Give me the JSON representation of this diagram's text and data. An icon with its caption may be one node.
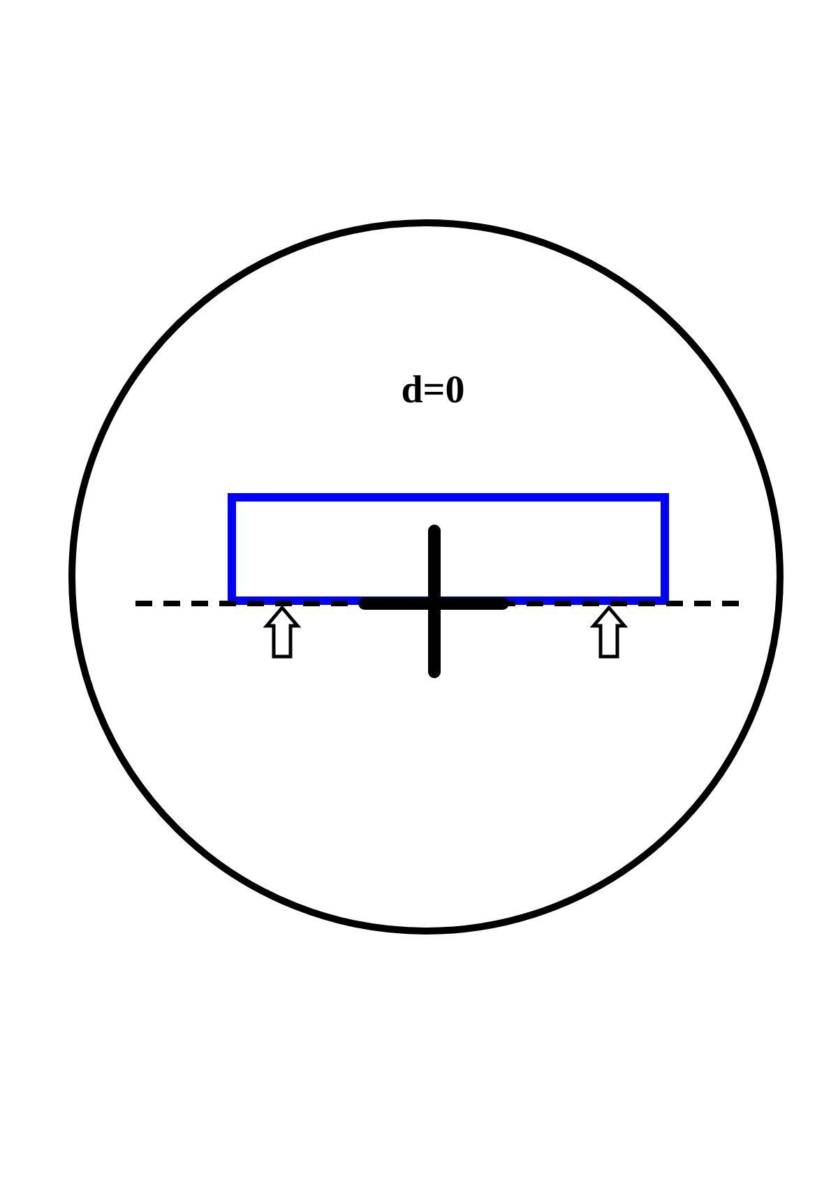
{
  "diagram": {
    "nodes": [
      {
        "text": [
          "d=0"
        ]
      },
      {
        "text": [],
        "shape": "box",
        "in": 0
      }
    ]
  }
}
